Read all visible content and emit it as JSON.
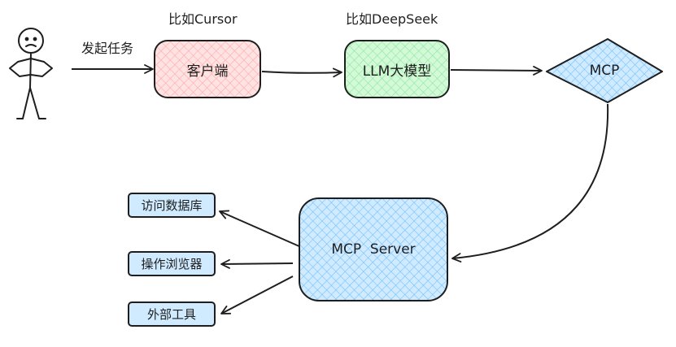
{
  "person": {
    "action_label": "发起任务"
  },
  "client": {
    "label": "客户端",
    "example": "比如Cursor",
    "fill": "#ffc9c9"
  },
  "llm": {
    "label": "LLM大模型",
    "example": "比如DeepSeek",
    "fill": "#b2f2bb"
  },
  "mcp": {
    "label": "MCP",
    "fill": "#a5d8ff"
  },
  "server": {
    "label": "MCP  Server",
    "fill": "#a5d8ff"
  },
  "tools": [
    {
      "label": "访问数据库"
    },
    {
      "label": "操作浏览器"
    },
    {
      "label": "外部工具"
    }
  ],
  "colors": {
    "stroke": "#1e1e1e",
    "tool_fill": "#a5d8ff",
    "hatch": "#74b4f0"
  }
}
